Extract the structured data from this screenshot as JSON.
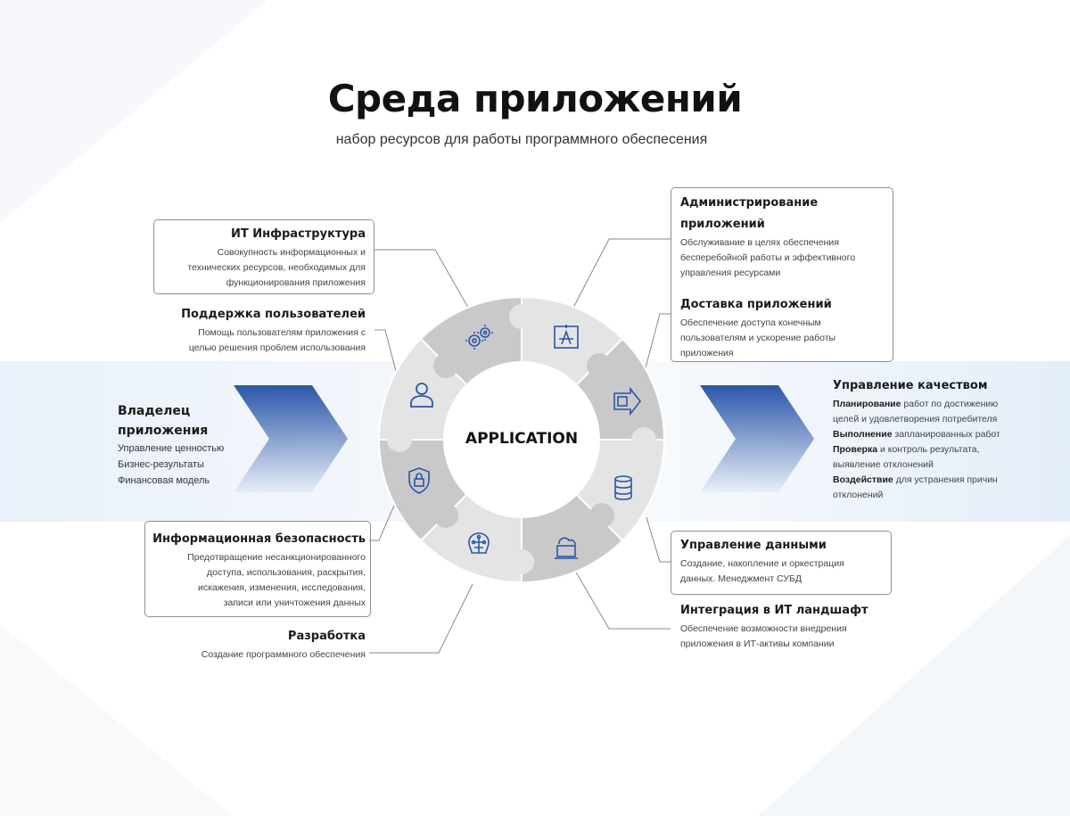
{
  "title": "Среда приложений",
  "subtitle": "набор ресурсов для работы программного обеспесения",
  "center": "APPLICATION",
  "owner": {
    "title_line1": "Владелец",
    "title_line2": "приложения",
    "lines": [
      "Управление ценностью",
      "Бизнес-результаты",
      "Финансовая модель"
    ]
  },
  "left_blocks": [
    {
      "title": "ИТ Инфраструктура",
      "text": [
        "Совокупность информационных и",
        "технических ресурсов, необходимых для",
        "функционирования  приложения"
      ]
    },
    {
      "title": "Поддержка пользователей",
      "text": [
        "Помощь пользователям приложения с",
        "целью  решения проблем использования"
      ]
    },
    {
      "title": "Информационная безопасность",
      "text": [
        "Предотвращение несанкционированного",
        "доступа, использования, раскрытия,",
        "искажения, изменения, исследования,",
        "записи или уничтожения данных"
      ]
    },
    {
      "title": "Разработка",
      "text": [
        "Создание программного обеспечения"
      ]
    }
  ],
  "right_blocks": [
    {
      "title_line1": "Администрирование",
      "title_line2": "приложений",
      "text": [
        "Обслуживание в целях обеспечения",
        "бесперебойной работы и эффективного",
        "управления ресурсами"
      ]
    },
    {
      "title": "Доставка приложений",
      "text": [
        "Обеспечение доступа конечным",
        "пользователям и ускорение работы",
        "приложения"
      ]
    },
    {
      "title": "Управление данными",
      "text": [
        "Создание, накопление и оркестрация",
        "данных. Менеджмент СУБД"
      ]
    },
    {
      "title": "Интеграция в ИТ ландшафт",
      "text": [
        "Обеспечение возможности внедрения",
        "приложения в ИТ-активы компании"
      ]
    }
  ],
  "quality": {
    "title": "Управление качеством",
    "items": [
      {
        "bold": "Планирование",
        "rest": " работ по достижению",
        "line2": "целей и удовлетворения потребителя"
      },
      {
        "bold": "Выполнение",
        "rest": " запланированных работ",
        "line2": ""
      },
      {
        "bold": "Проверка",
        "rest": " и контроль результата,",
        "line2": "выявление отклонений"
      },
      {
        "bold": "Воздействие",
        "rest": " для устранения причин",
        "line2": "отклонений"
      }
    ]
  },
  "colors": {
    "accent": "#2b56a8",
    "segment_dark": "#c9c9c9",
    "segment_light": "#e4e4e4"
  },
  "icons": [
    "gears-icon",
    "blueprint-icon",
    "delivery-arrow-icon",
    "database-icon",
    "cloud-laptop-icon",
    "circuit-brain-icon",
    "shield-lock-icon",
    "user-icon"
  ]
}
